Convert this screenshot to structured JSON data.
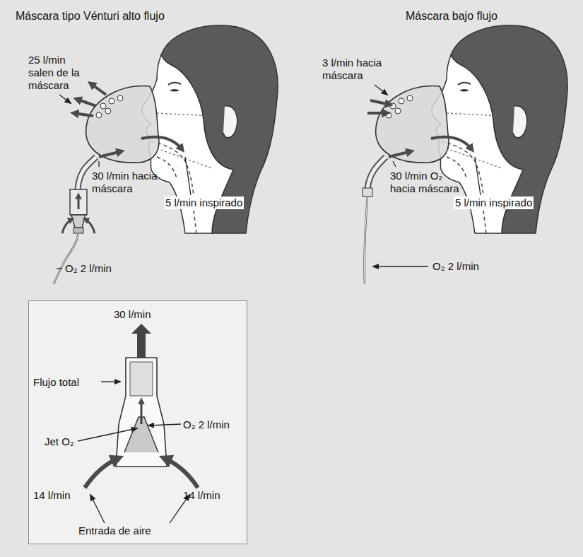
{
  "diagram": {
    "nodes": [
      {
        "text": [
          "30 l/min",
          "Flujo total",
          "Jet O₂",
          "O₂ 2 l/min",
          "14 l/min",
          "14 l/min",
          "Entrada de aire"
        ]
      }
    ],
    "labels": [
      "Máscara tipo Vénturi alto flujo",
      "25 l/min salen de la máscara",
      "30 l/min hacia máscara",
      "5 l/min inspirado",
      "O₂ 2 l/min",
      "Máscara bajo flujo",
      "3 l/min hacia máscara",
      "30 l/min O₂ hacia máscara",
      "5 l/min inspirado",
      "O₂ 2 l/min"
    ]
  }
}
